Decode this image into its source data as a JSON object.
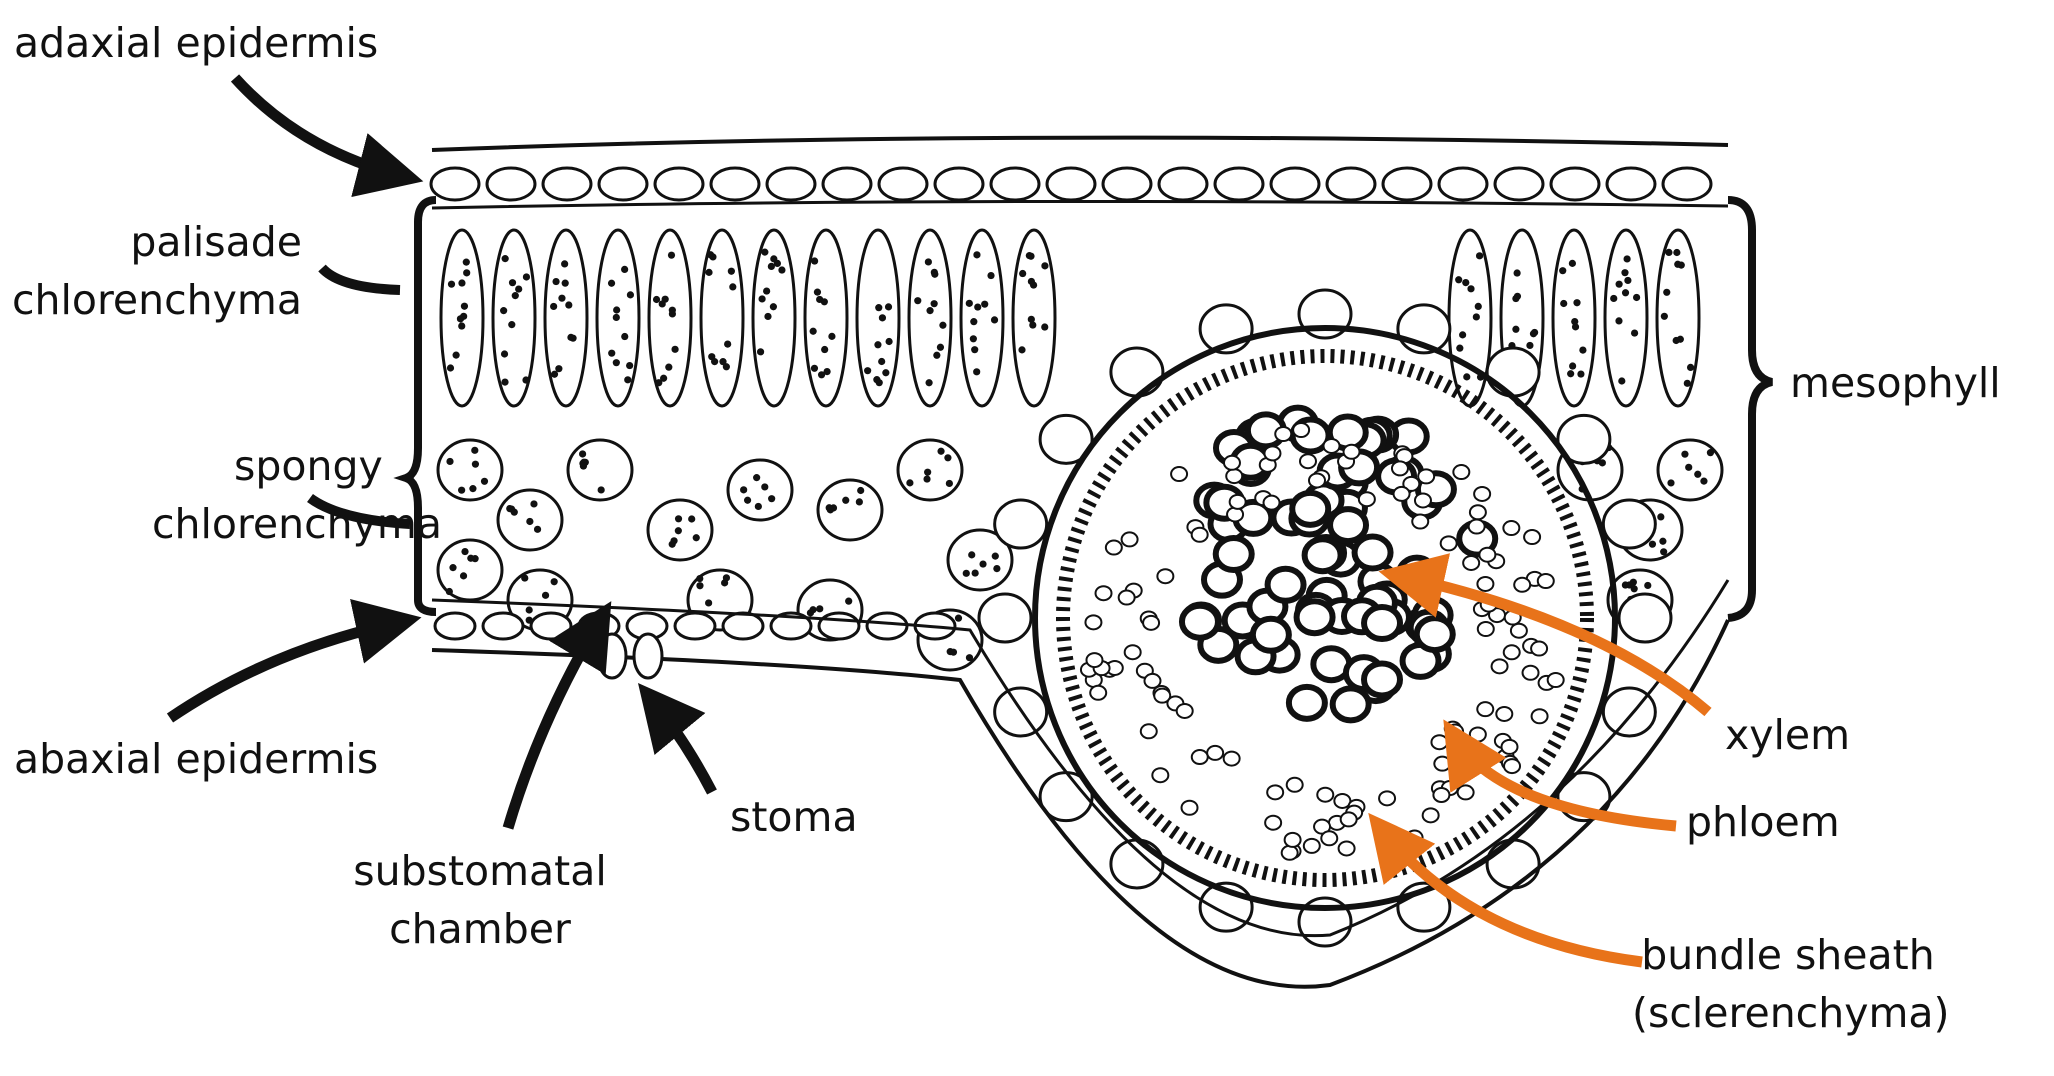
{
  "diagram": {
    "labels": {
      "adaxial_epidermis": "adaxial epidermis",
      "palisade_line1": "palisade",
      "palisade_line2": "chlorenchyma",
      "spongy_line1": "spongy",
      "spongy_line2": "chlorenchyma",
      "abaxial_epidermis": "abaxial epidermis",
      "substomatal_line1": "substomatal",
      "substomatal_line2": "chamber",
      "stoma": "stoma",
      "mesophyll": "mesophyll",
      "xylem": "xylem",
      "phloem": "phloem",
      "bundle_sheath_line1": "bundle sheath",
      "bundle_sheath_line2": "(sclerenchyma)"
    },
    "colors": {
      "black_pointer": "#111111",
      "orange_pointer": "#E8731A",
      "cell_outline": "#111111",
      "chloroplast": "#111111"
    }
  }
}
